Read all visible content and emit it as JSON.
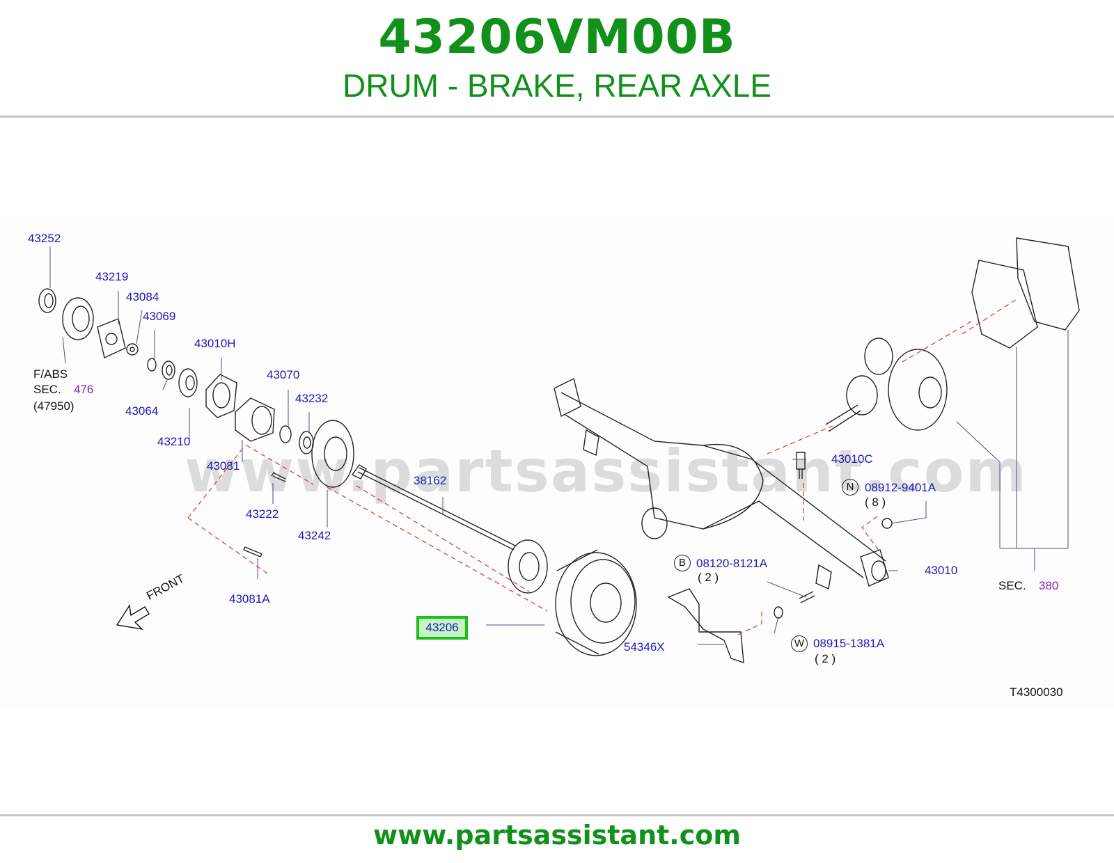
{
  "header": {
    "part_number": "43206VM00B",
    "description": "DRUM - BRAKE, REAR AXLE"
  },
  "diagram": {
    "watermark": "www.partsassistant.com",
    "figure_code": "T4300030",
    "front_label": "FRONT",
    "highlighted_part": "43206",
    "labels": {
      "p43252": "43252",
      "p43219": "43219",
      "p43084": "43084",
      "p43069": "43069",
      "p43010H": "43010H",
      "p43070": "43070",
      "p43232": "43232",
      "p43064": "43064",
      "p43210": "43210",
      "p43081": "43081",
      "p43222": "43222",
      "p43242": "43242",
      "p38162": "38162",
      "p43081A": "43081A",
      "p54346X": "54346X",
      "p43010C": "43010C",
      "p08912": "08912-9401A",
      "p08120": "08120-8121A",
      "p08915": "08915-1381A",
      "p43010": "43010"
    },
    "qty": {
      "n": "( 8 )",
      "b": "( 2 )",
      "w": "( 2 )"
    },
    "circles": {
      "n": "N",
      "b": "B",
      "w": "W"
    },
    "section_refs": {
      "fabs_line1": "F/ABS",
      "sec_word": "SEC.",
      "sec476": "476",
      "fabs_code": "(47950)",
      "sec_word_380": "SEC.",
      "sec380": "380"
    }
  },
  "footer": {
    "url": "www.partsassistant.com"
  },
  "colors": {
    "brand_green": "#11901a",
    "label_blue": "#1a1ab8",
    "section_purple": "#8a1ab8",
    "highlight": "#18c018",
    "leader_red": "#e03030"
  }
}
